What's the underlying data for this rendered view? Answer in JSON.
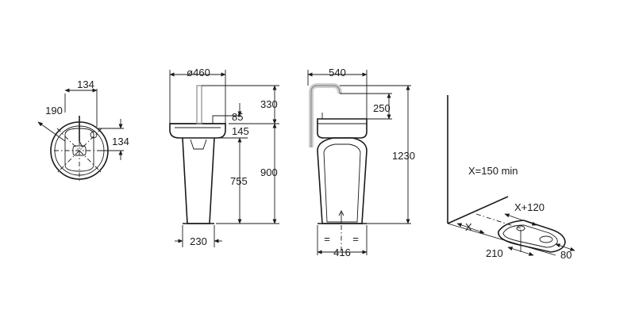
{
  "top_view": {
    "dim_134_top": "134",
    "dim_190": "190",
    "dim_134_side": "134"
  },
  "front_view": {
    "dim_diameter": "ø460",
    "dim_330": "330",
    "dim_85": "85",
    "dim_145": "145",
    "dim_755": "755",
    "dim_900": "900",
    "dim_230": "230"
  },
  "side_view": {
    "dim_540": "540",
    "dim_250": "250",
    "dim_1230": "1230",
    "dim_416": "416",
    "equal_left": "=",
    "equal_right": "="
  },
  "install_view": {
    "note": "X=150 min",
    "dim_x_plus_120": "X+120",
    "dim_x": "X",
    "dim_210": "210",
    "dim_80": "80"
  }
}
